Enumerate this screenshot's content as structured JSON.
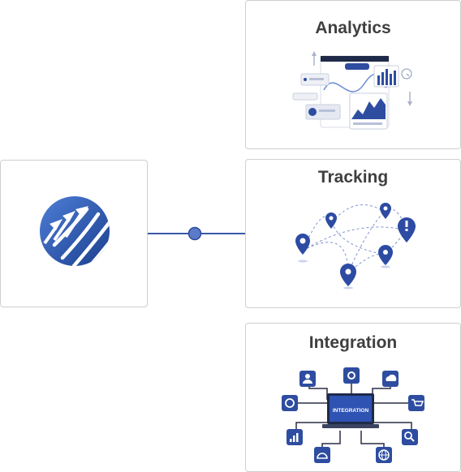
{
  "cards": {
    "analytics": {
      "title": "Analytics",
      "illustration": "analytics-dashboard-icon"
    },
    "tracking": {
      "title": "Tracking",
      "illustration": "location-pins-icon"
    },
    "integration": {
      "title": "Integration",
      "illustration": "integration-laptop-icon",
      "screen_label": "INTEGRATION"
    }
  },
  "logo": {
    "icon": "globe-arrows-logo-icon"
  },
  "colors": {
    "accent": "#2e4da0",
    "pin": "#2d4ba3",
    "text": "#3f3f3f",
    "border": "#cfcfcf",
    "connector": "#3a58a8",
    "dot": "#5b7ac7"
  }
}
